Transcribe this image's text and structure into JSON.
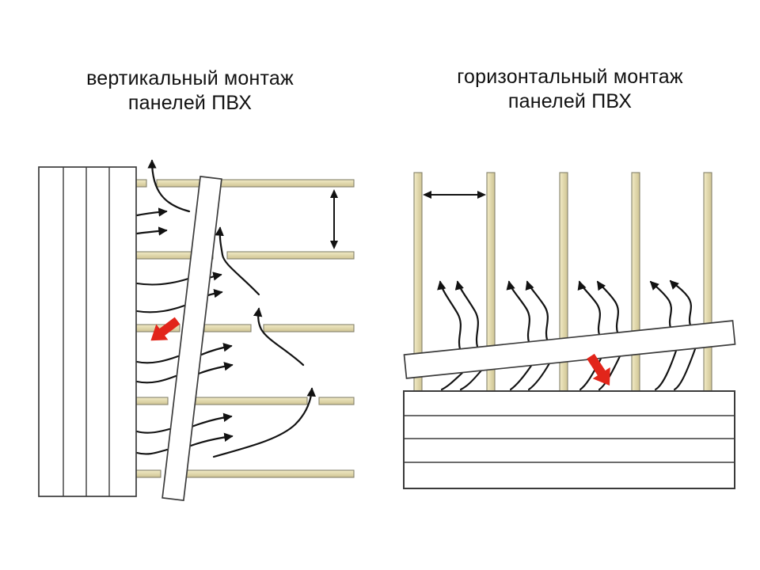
{
  "titles": {
    "left": [
      "вертикальный монтаж",
      "панелей ПВХ"
    ],
    "right": [
      "горизонтальный монтаж",
      "панелей ПВХ"
    ]
  },
  "colors": {
    "background": "#ffffff",
    "batten_light": "#F2EBC6",
    "batten_dark": "#CFC493",
    "batten_stroke": "#84816B",
    "panel_fill": "#FFFFFF",
    "panel_stroke": "#3B3B3B",
    "arrow_black": "#121212",
    "arrow_red": "#E2251A"
  },
  "figures": {
    "left_diagram": {
      "battens_horizontal": 5,
      "boards_in_wall_block": 4
    },
    "right_diagram": {
      "battens_vertical": 5,
      "boards_in_stack": 4
    }
  }
}
